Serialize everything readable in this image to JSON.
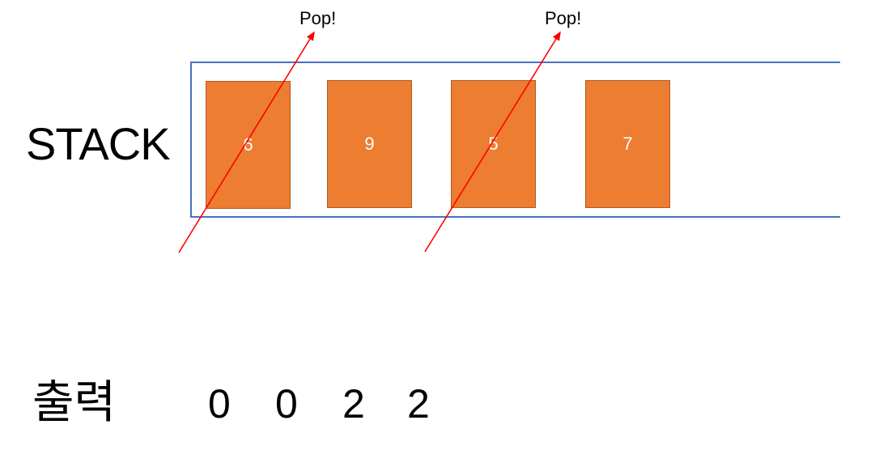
{
  "stack_label": "STACK",
  "stack_items": [
    "6",
    "9",
    "5",
    "7"
  ],
  "pop_labels": [
    "Pop!",
    "Pop!"
  ],
  "output_label": "출력",
  "output_values": [
    "0",
    "0",
    "2",
    "2"
  ],
  "colors": {
    "container_border": "#4472C4",
    "item_fill": "#ED7D31",
    "arrow": "#FF0000"
  }
}
